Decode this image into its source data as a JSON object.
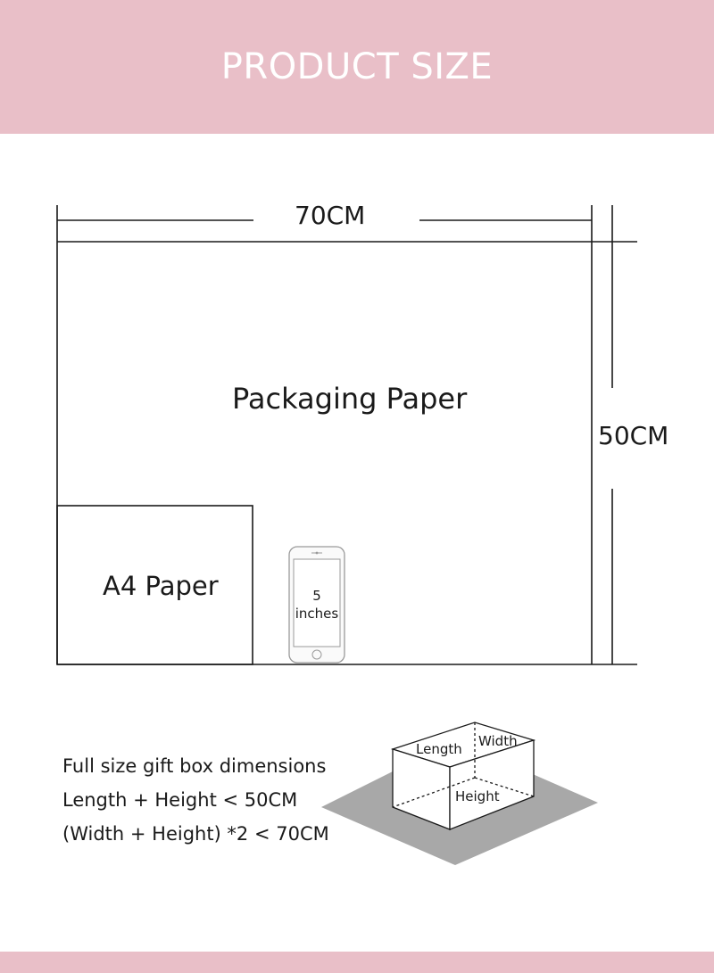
{
  "header": {
    "title": "PRODUCT SIZE"
  },
  "diagram": {
    "width_label": "70CM",
    "height_label": "50CM",
    "packaging_label": "Packaging Paper",
    "a4_label": "A4 Paper",
    "phone_label_line1": "5",
    "phone_label_line2": "inches"
  },
  "info": {
    "lines": [
      "Full size gift box dimensions",
      "Length + Height < 50CM",
      "(Width + Height) *2 < 70CM"
    ]
  },
  "box": {
    "length_label": "Length",
    "width_label": "Width",
    "height_label": "Height"
  },
  "colors": {
    "band": "#e9bfc8",
    "line": "#1a1a1a",
    "shadow": "#a8a8a8"
  }
}
